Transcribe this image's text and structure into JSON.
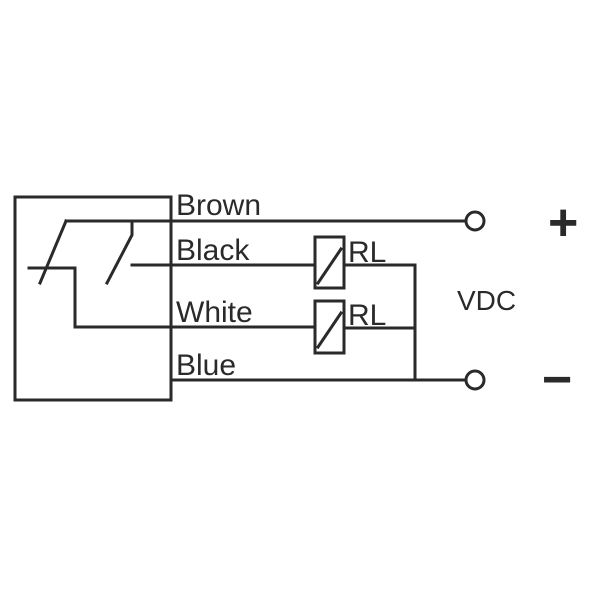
{
  "wires": {
    "brown": "Brown",
    "black": "Black",
    "white": "White",
    "blue": "Blue"
  },
  "relays": [
    "RL",
    "RL"
  ],
  "supply": {
    "label": "VDC",
    "plus": "+",
    "minus": "−"
  },
  "colors": {
    "line": "#2a2a2a",
    "background": "#ffffff"
  }
}
